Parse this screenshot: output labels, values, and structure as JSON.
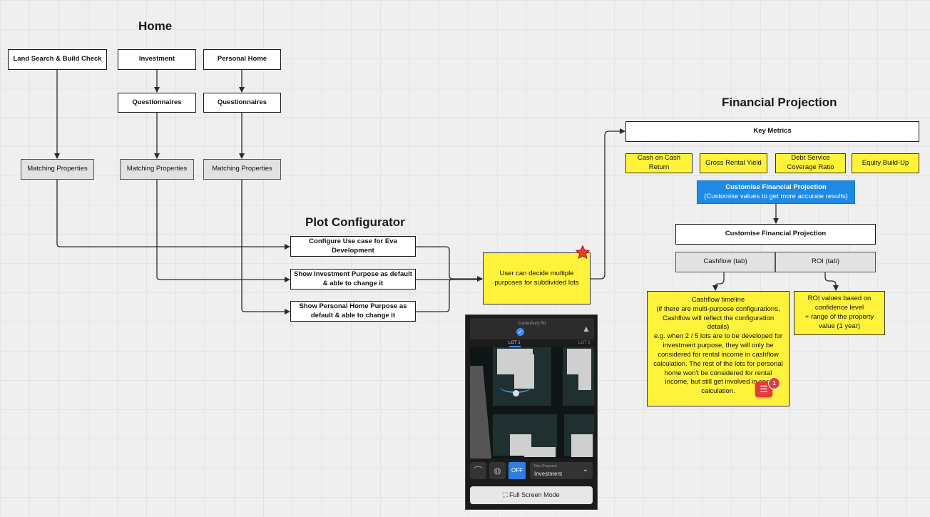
{
  "sections": {
    "home": "Home",
    "plot_configurator": "Plot Configurator",
    "financial_projection": "Financial Projection"
  },
  "home": {
    "land_search": "Land Search & Build Check",
    "investment": "Investment",
    "personal_home": "Personal Home",
    "questionnaires_1": "Questionnaires",
    "questionnaires_2": "Questionnaires",
    "matching_1": "Matching Properties",
    "matching_2": "Matching Properties",
    "matching_3": "Matching Properties"
  },
  "plot": {
    "configure_use_case": "Configure Use case for Eva Development",
    "show_investment": "Show Investment Purpose as default & able to change it",
    "show_personal_home": "Show Personal Home Purpose as default & able to change it",
    "multi_purpose_note": "User can decide multiple purposes for subdivided lots"
  },
  "phone": {
    "road": "Canterbury Rd",
    "lot1": "LOT 1",
    "lot2": "LOT 2",
    "off": "OFF",
    "dev_purpose_label": "Dev Purpose",
    "dev_purpose_value": "Investment",
    "full_screen": "Full Screen Mode"
  },
  "financial": {
    "key_metrics": "Key Metrics",
    "metrics": [
      "Cash on Cash Return",
      "Gross Rental Yield",
      "Debt Service Coverage Ratio",
      "Equity Build-Up"
    ],
    "customise_blue_title": "Customise Financial Projection",
    "customise_blue_sub": "(Customise values to get more accurate results)",
    "customise_title": "Customise Financial Projection",
    "tab_cashflow": "Cashflow (tab)",
    "tab_roi": "ROI (tab)",
    "cashflow_note": "Cashflow timeline\n(if there are multi-purpose configurations, Cashflow will reflect the configuration details)\ne.g. when 2 / 5 lots are to be developed for investment purpose, they will only be considered for rental income in cashflow calculation. The rest of the lots for personal home won't be considered for rental income, but still get involved in cost calculation.",
    "roi_note": "ROI values based on confidence level\n+ range of the property value (1 year)"
  },
  "comments": {
    "count": "1"
  },
  "colors": {
    "sticky_yellow": "#fff23a",
    "accent_blue": "#1e8ae6",
    "comment_red": "#e23b3b",
    "star_red": "#e8392b"
  }
}
